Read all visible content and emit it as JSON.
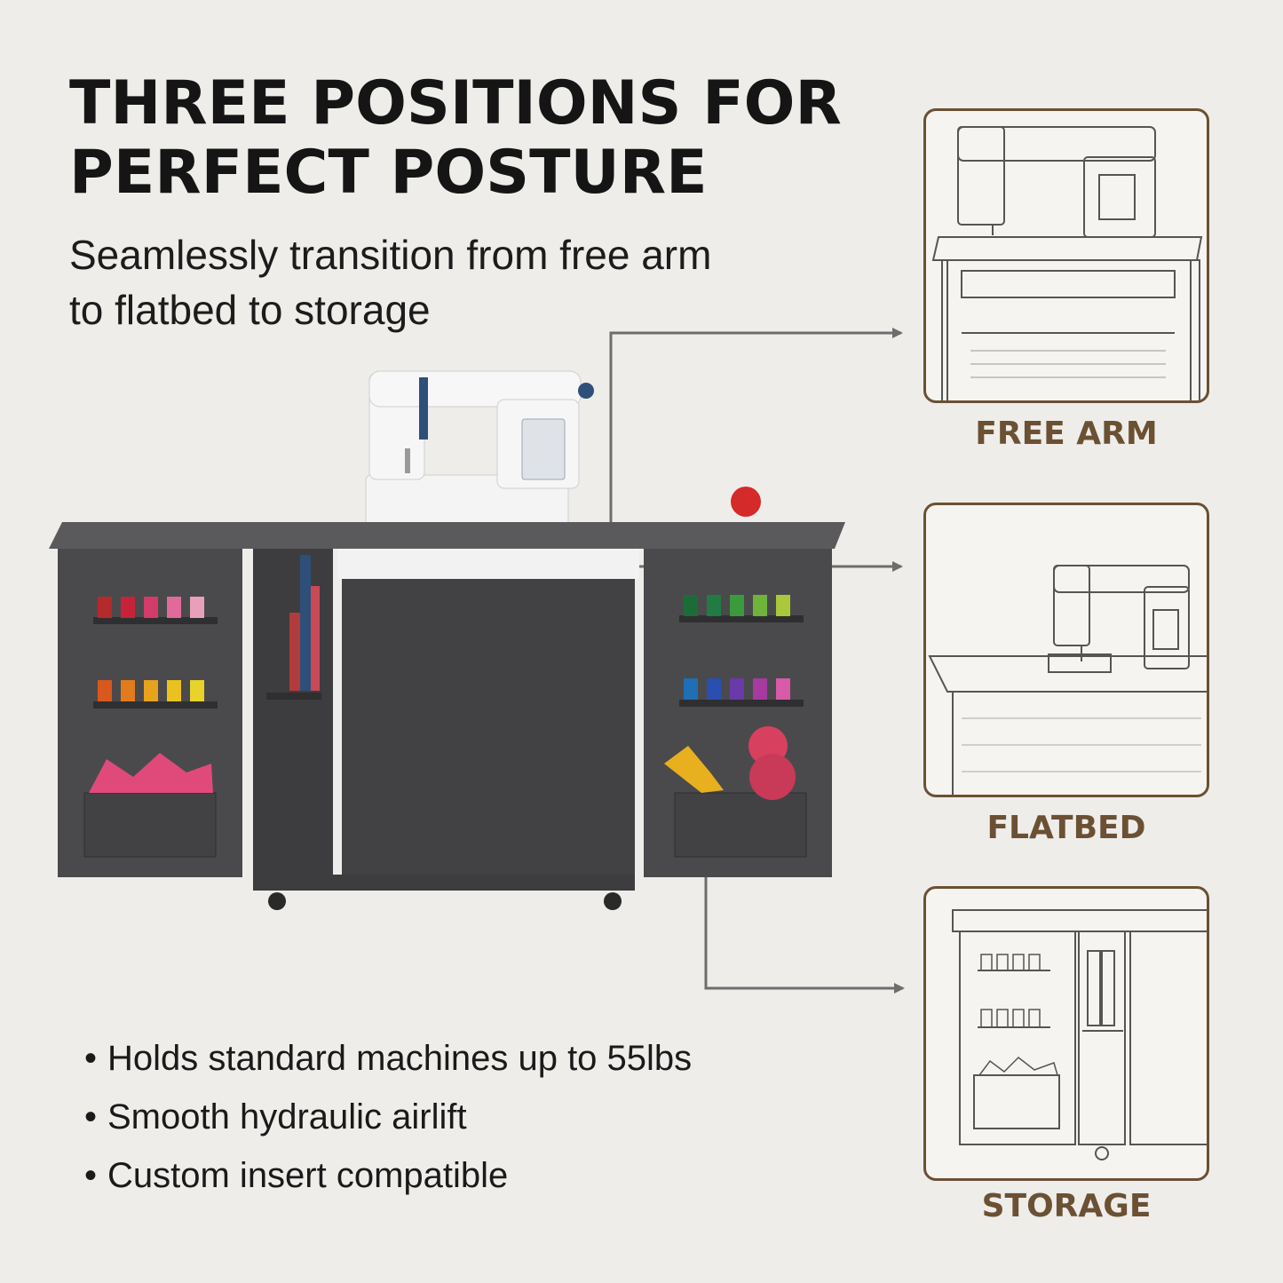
{
  "headline": {
    "line1": "THREE POSITIONS FOR",
    "line2": "PERFECT POSTURE"
  },
  "subhead": {
    "line1": "Seamlessly transition from free arm",
    "line2": "to flatbed to storage"
  },
  "features": [
    "Holds standard machines up to 55lbs",
    "Smooth hydraulic airlift",
    "Custom insert compatible"
  ],
  "bullet": "•",
  "positions": [
    {
      "label": "FREE ARM"
    },
    {
      "label": "FLATBED"
    },
    {
      "label": "STORAGE"
    }
  ],
  "colors": {
    "accent_brown": "#6b5033",
    "cabinet_gray": "#4a4a4c",
    "background": "#eeedea",
    "connector": "#6d6d6d"
  }
}
